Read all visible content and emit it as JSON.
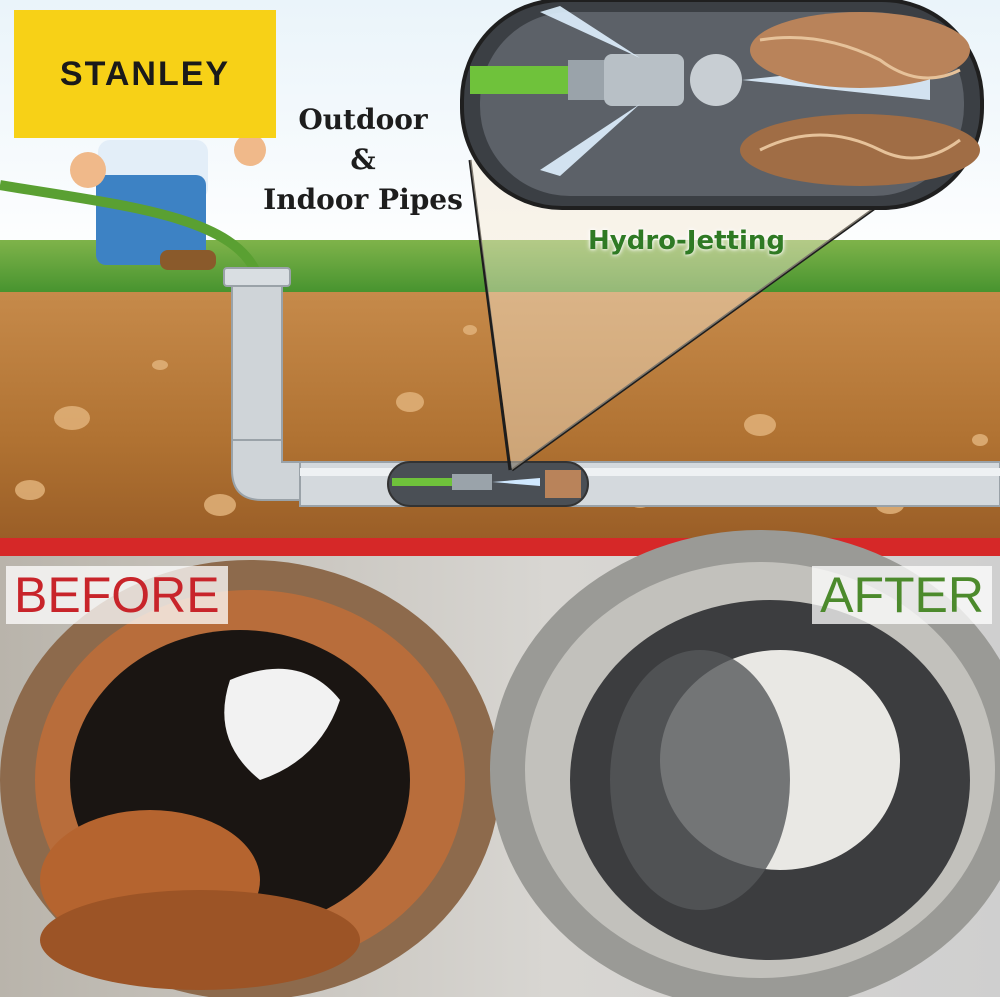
{
  "brand": {
    "logo_text": "STANLEY",
    "logo_color": "#f7d117"
  },
  "header": {
    "title_lines": [
      "Outdoor",
      "&",
      "Indoor Pipes"
    ]
  },
  "diagram": {
    "callout_label": "Hydro-Jetting"
  },
  "comparison": {
    "before_label": "BEFORE",
    "after_label": "AFTER",
    "before_color": "#c8242a",
    "after_color": "#4c8a2c"
  }
}
